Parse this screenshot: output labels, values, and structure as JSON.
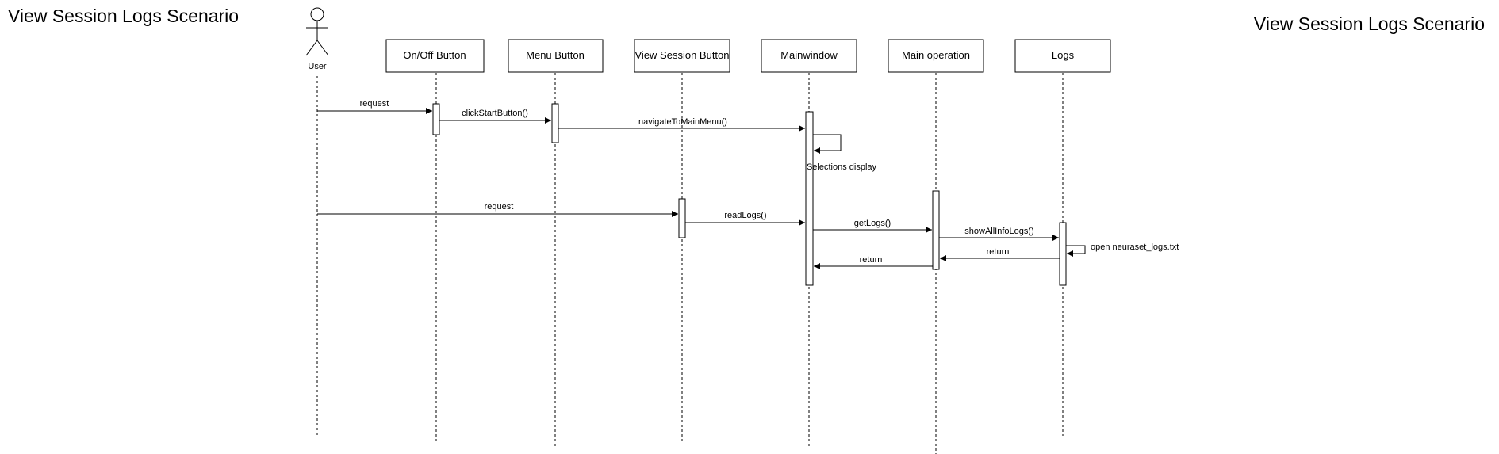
{
  "titles": {
    "left": "View Session Logs Scenario",
    "right": "View Session Logs Scenario"
  },
  "actor": {
    "label": "User"
  },
  "participants": [
    "On/Off Button",
    "Menu Button",
    "View Session Button",
    "Mainwindow",
    "Main operation",
    "Logs"
  ],
  "messages": [
    {
      "from": "User",
      "to": "On/Off Button",
      "label": "request",
      "kind": "call"
    },
    {
      "from": "On/Off Button",
      "to": "Menu Button",
      "label": "clickStartButton()",
      "kind": "call"
    },
    {
      "from": "Menu Button",
      "to": "Mainwindow",
      "label": "navigateToMainMenu()",
      "kind": "call"
    },
    {
      "from": "Mainwindow",
      "to": "Mainwindow",
      "label": "Selections display",
      "kind": "self"
    },
    {
      "from": "User",
      "to": "View Session Button",
      "label": "request",
      "kind": "call"
    },
    {
      "from": "View Session Button",
      "to": "Mainwindow",
      "label": "readLogs()",
      "kind": "call"
    },
    {
      "from": "Mainwindow",
      "to": "Main operation",
      "label": "getLogs()",
      "kind": "call"
    },
    {
      "from": "Main operation",
      "to": "Logs",
      "label": "showAllInfoLogs()",
      "kind": "call"
    },
    {
      "from": "Logs",
      "to": "Logs",
      "label": "open neuraset_logs.txt",
      "kind": "self"
    },
    {
      "from": "Logs",
      "to": "Main operation",
      "label": "return",
      "kind": "return"
    },
    {
      "from": "Main operation",
      "to": "Mainwindow",
      "label": "return",
      "kind": "return"
    }
  ]
}
